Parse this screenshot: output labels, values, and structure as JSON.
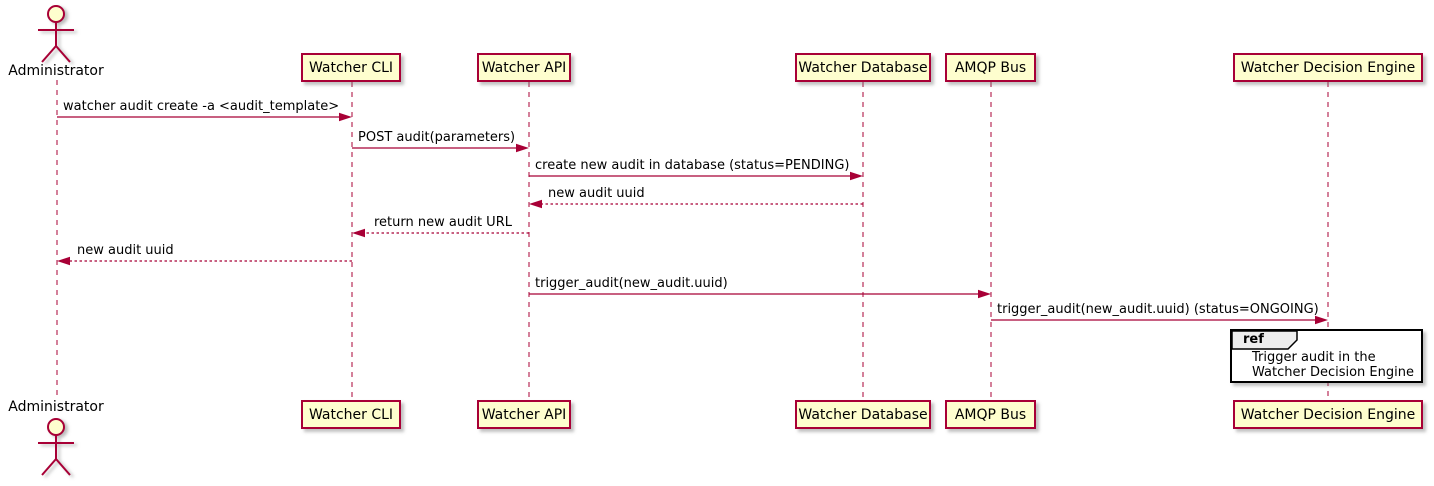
{
  "diagram": {
    "kind": "uml-sequence-diagram",
    "participants": [
      {
        "id": "administrator",
        "label": "Administrator",
        "type": "actor"
      },
      {
        "id": "watcher-cli",
        "label": "Watcher CLI",
        "type": "participant"
      },
      {
        "id": "watcher-api",
        "label": "Watcher API",
        "type": "participant"
      },
      {
        "id": "watcher-database",
        "label": "Watcher Database",
        "type": "participant"
      },
      {
        "id": "amqp-bus",
        "label": "AMQP Bus",
        "type": "participant"
      },
      {
        "id": "watcher-decision-engine",
        "label": "Watcher Decision Engine",
        "type": "participant"
      }
    ],
    "messages": [
      {
        "from": "Administrator",
        "to": "Watcher CLI",
        "style": "solid",
        "label": "watcher audit create -a <audit_template>"
      },
      {
        "from": "Watcher CLI",
        "to": "Watcher API",
        "style": "solid",
        "label": "POST audit(parameters)"
      },
      {
        "from": "Watcher API",
        "to": "Watcher Database",
        "style": "solid",
        "label": "create new audit in database (status=PENDING)"
      },
      {
        "from": "Watcher Database",
        "to": "Watcher API",
        "style": "dashed",
        "label": "new audit uuid"
      },
      {
        "from": "Watcher API",
        "to": "Watcher CLI",
        "style": "dashed",
        "label": "return new audit URL"
      },
      {
        "from": "Watcher CLI",
        "to": "Administrator",
        "style": "dashed",
        "label": "new audit uuid"
      },
      {
        "from": "Watcher API",
        "to": "AMQP Bus",
        "style": "solid",
        "label": "trigger_audit(new_audit.uuid)"
      },
      {
        "from": "AMQP Bus",
        "to": "Watcher Decision Engine",
        "style": "solid",
        "label": "trigger_audit(new_audit.uuid) (status=ONGOING)"
      }
    ],
    "ref": {
      "keyword": "ref",
      "line1": "Trigger audit in the",
      "line2": "Watcher Decision Engine"
    },
    "colors": {
      "participant_fill": "#FEFECE",
      "line": "#A80036",
      "text": "#000000",
      "ref_border": "#000000",
      "ref_tab_fill": "#EEEEEE",
      "background": "#FFFFFF"
    }
  }
}
